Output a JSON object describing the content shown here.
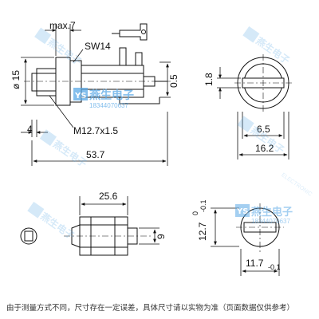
{
  "dimensions": {
    "max7": "max.7",
    "sw14": "SW14",
    "dia15": "ø 15",
    "d05": "0.5",
    "d18": "1.8",
    "d4": "4",
    "m127": "M12.7x1.5",
    "d537": "53.7",
    "d65": "6.5",
    "d162": "16.2",
    "d256": "25.6",
    "d9": "9",
    "d127": "12.7",
    "d127_tol_upper": "0",
    "d127_tol_lower": "-0.1",
    "d117": "11.7",
    "d117_tol": "-0.1"
  },
  "watermark": {
    "badge": "YS",
    "brand": "燕生电子",
    "phone": "18344070637",
    "sub": "ELECTRONIC"
  },
  "colors": {
    "watermark": "#5aa9e6",
    "line": "#111111"
  },
  "note": "由于测量方式不同，尺寸存在一定误差，具体尺寸请以实物为准（页面数据仅供参考）"
}
